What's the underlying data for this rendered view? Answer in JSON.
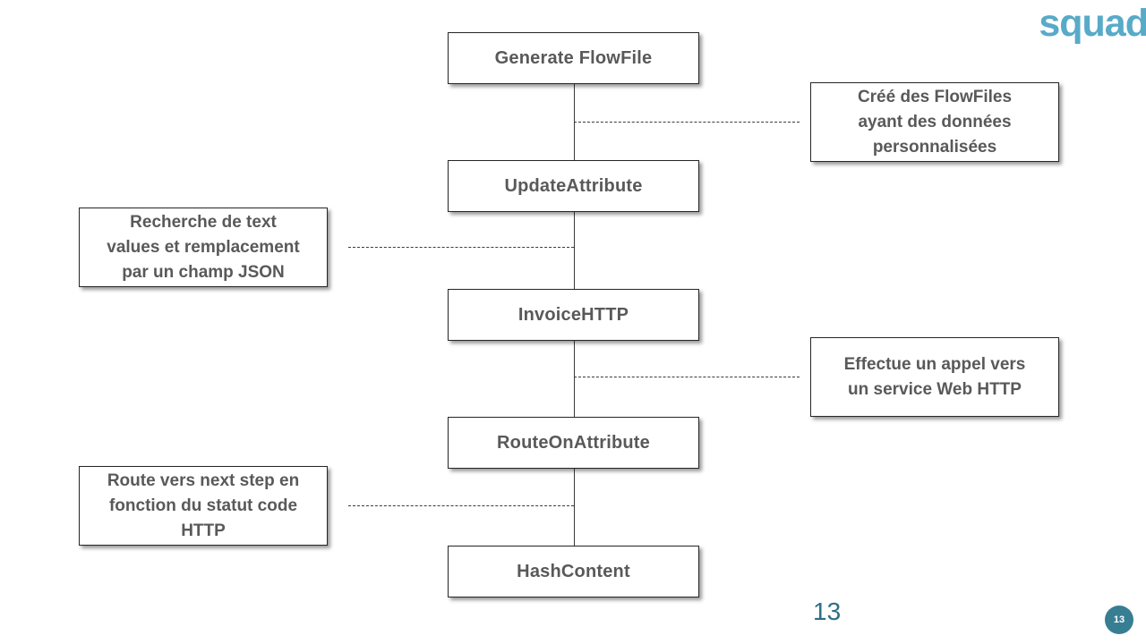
{
  "logo": {
    "text": "squad",
    "color": "#58aac8"
  },
  "footer": {
    "page_number": "13",
    "badge": "13"
  },
  "colors": {
    "accent_teal": "#377e93",
    "page_number_teal": "#2e6e85",
    "box_border": "#262626",
    "box_text_gray": "#595959",
    "connector": "#3a3a3a"
  },
  "flow": {
    "nodes": [
      {
        "label": "Generate FlowFile"
      },
      {
        "label": "UpdateAttribute"
      },
      {
        "label": "InvoiceHTTP"
      },
      {
        "label": "RouteOnAttribute"
      },
      {
        "label": "HashContent"
      }
    ],
    "annotations": [
      {
        "side": "right",
        "attached_between": [
          "Generate FlowFile",
          "UpdateAttribute"
        ],
        "lines": [
          "Créé des FlowFiles",
          "ayant des données",
          "personnalisées"
        ]
      },
      {
        "side": "left",
        "attached_between": [
          "UpdateAttribute",
          "InvoiceHTTP"
        ],
        "lines": [
          "Recherche de text",
          "values et remplacement",
          "par un champ JSON"
        ]
      },
      {
        "side": "right",
        "attached_between": [
          "InvoiceHTTP",
          "RouteOnAttribute"
        ],
        "lines": [
          "Effectue un appel vers",
          "un service Web HTTP"
        ]
      },
      {
        "side": "left",
        "attached_between": [
          "RouteOnAttribute",
          "HashContent"
        ],
        "lines": [
          "Route vers next step en",
          "fonction du statut code",
          "HTTP"
        ]
      }
    ]
  }
}
